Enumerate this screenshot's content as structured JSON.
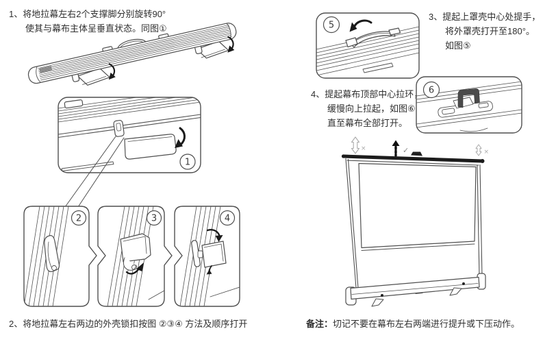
{
  "document": {
    "type": "projector-screen-instruction-manual-page",
    "language": "zh-CN",
    "background": "#ffffff"
  },
  "colors": {
    "line_art": "#4f4f4f",
    "text": "#2f2f2f",
    "top_bar_dark": "#1c1c1c",
    "gray_arrow": "#aaaaaa"
  },
  "steps": {
    "step1": {
      "lines": [
        "1、将地拉幕左右2个支撑脚分别旋转90°",
        "使其与幕布主体呈垂直状态。同图①"
      ]
    },
    "step2": {
      "lines": [
        "2、将地拉幕左右两边的外壳锁扣按图 ②③④ 方法及顺序打开"
      ]
    },
    "step3": {
      "lines": [
        "3、提起上罩壳中心处提手，",
        "将外罩壳打开至180°。",
        "如图⑤"
      ]
    },
    "step4": {
      "lines": [
        "4、提起幕布顶部中心拉环，",
        "缓慢向上拉起，如图⑥",
        "直至幕布全部打开。"
      ]
    },
    "note": {
      "label": "备注：",
      "text": "切记不要在幕布左右两端进行提升或下压动作。"
    }
  },
  "figures": {
    "fig1": "1",
    "fig2": "2",
    "fig3": "3",
    "fig4": "4",
    "fig5": "5",
    "fig6": "6"
  },
  "marks": {
    "check": "✓",
    "cross": "×"
  }
}
